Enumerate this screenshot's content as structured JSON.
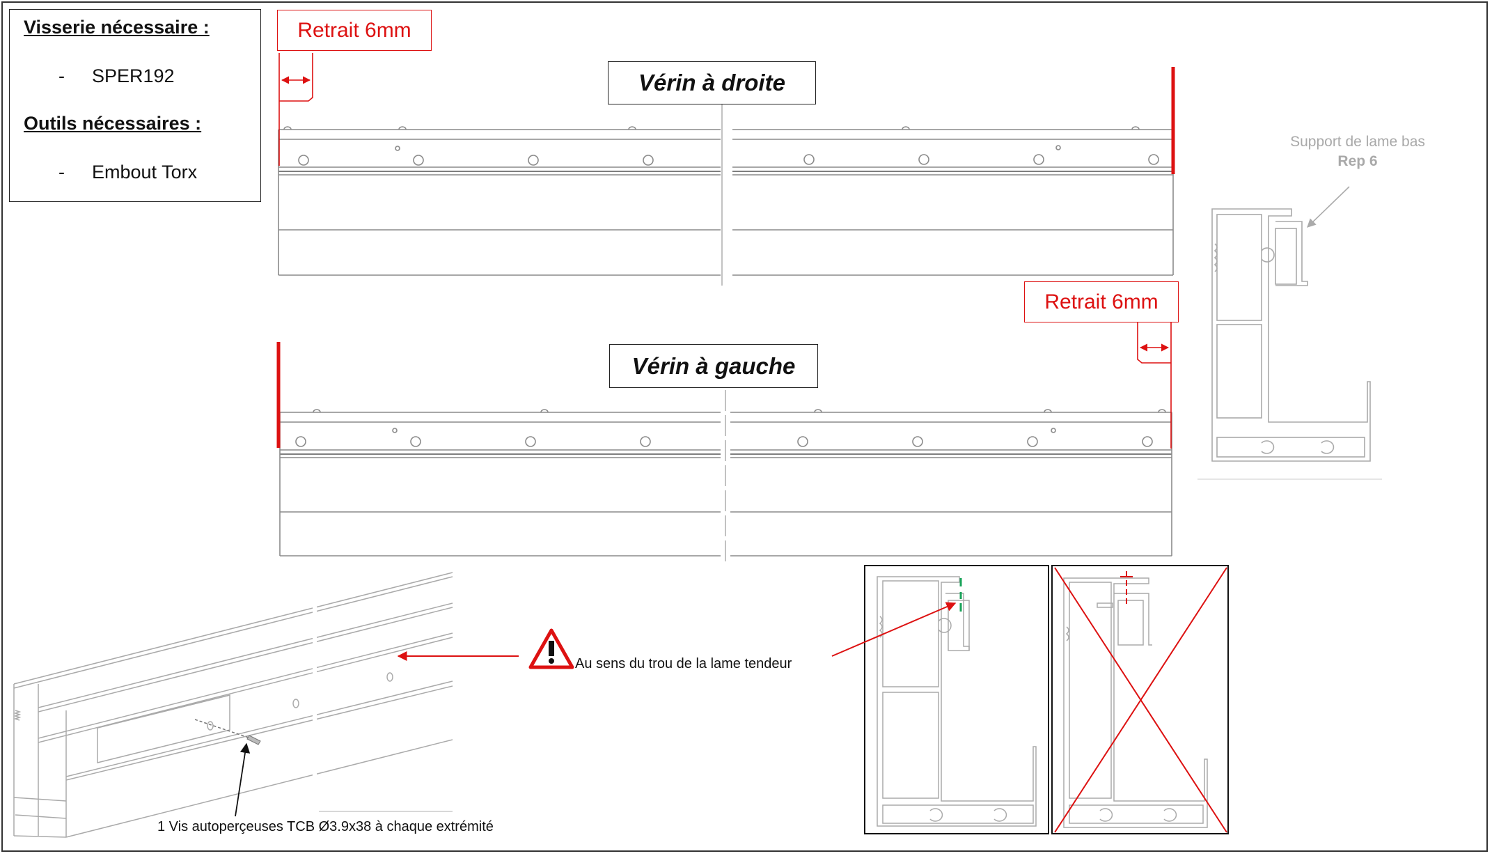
{
  "requirements": {
    "screws_heading": "Visserie nécessaire :",
    "screws_items": [
      "SPER192"
    ],
    "tools_heading": "Outils nécessaires :",
    "tools_items": [
      "Embout Torx"
    ],
    "dash": "-"
  },
  "top_profile": {
    "title": "Vérin à droite",
    "retrait_label": "Retrait 6mm"
  },
  "bottom_profile": {
    "title": "Vérin à gauche",
    "retrait_label": "Retrait 6mm"
  },
  "side_section": {
    "label": "Support de lame bas",
    "ref": "Rep 6"
  },
  "annotations": {
    "direction_note": "Au sens du trou de la lame tendeur",
    "screw_note": "1 Vis autoperçeuses TCB Ø3.9x38 à chaque extrémité"
  },
  "colors": {
    "accent_red": "#dd1111",
    "line_grey": "#8a8a8a",
    "light_grey": "#b5b5b5",
    "mark_green": "#1aa35a"
  },
  "icons": [
    "warning-icon"
  ]
}
